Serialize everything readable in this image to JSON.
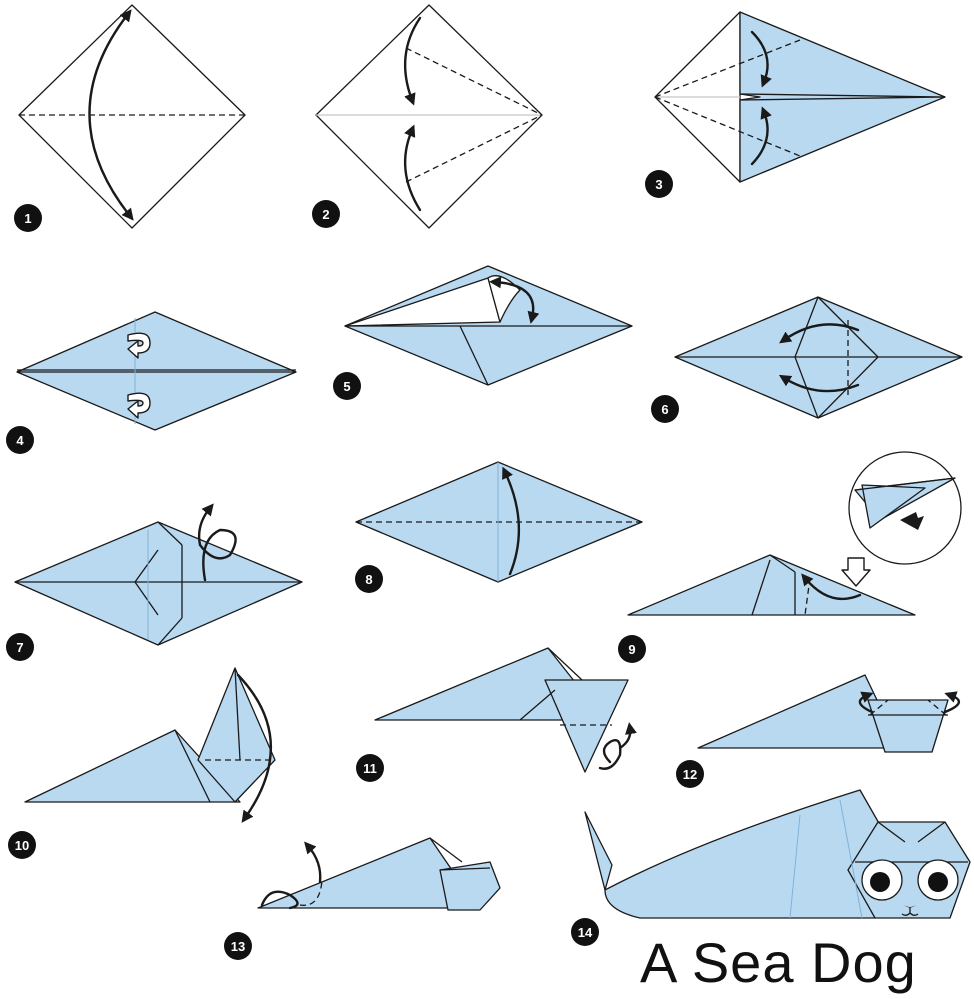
{
  "title": "A Sea Dog",
  "colors": {
    "paper": "#b9d9f1",
    "line": "#1a1a1a",
    "badge": "#111111"
  },
  "steps": [
    {
      "label": "1"
    },
    {
      "label": "2"
    },
    {
      "label": "3"
    },
    {
      "label": "4"
    },
    {
      "label": "5"
    },
    {
      "label": "6"
    },
    {
      "label": "7"
    },
    {
      "label": "8"
    },
    {
      "label": "9"
    },
    {
      "label": "10"
    },
    {
      "label": "11"
    },
    {
      "label": "12"
    },
    {
      "label": "13"
    },
    {
      "label": "14"
    }
  ]
}
